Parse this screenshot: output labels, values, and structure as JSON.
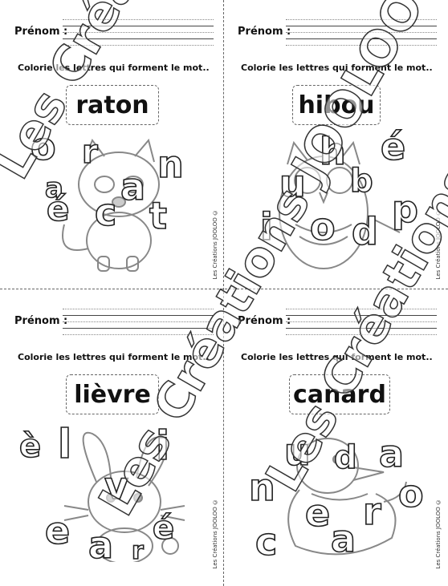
{
  "labels": {
    "prenom": "Prénom :",
    "instruction": "Colorie les lettres qui forment le mot..",
    "credit": "Les Créations JOOLOO ©",
    "watermark": "Les Créations JOOLOO ©"
  },
  "cards": [
    {
      "word": "raton",
      "animal": "raccoon-icon",
      "letters": [
        "o",
        "r",
        "a",
        "n",
        "a",
        "é",
        "c",
        "t"
      ]
    },
    {
      "word": "hibou",
      "animal": "owl-icon",
      "letters": [
        "h",
        "é",
        "u",
        "b",
        "i",
        "o",
        "d",
        "p"
      ]
    },
    {
      "word": "lièvre",
      "animal": "rabbit-icon",
      "letters": [
        "l",
        "i",
        "v",
        "è",
        "e",
        "a",
        "é",
        "r"
      ]
    },
    {
      "word": "canard",
      "animal": "duck-icon",
      "letters": [
        "n",
        "u",
        "d",
        "a",
        "c",
        "e",
        "o",
        "r",
        "a"
      ]
    }
  ],
  "colors": {
    "ink": "#222222",
    "animal_stroke": "#888888",
    "divider": "#666666"
  }
}
